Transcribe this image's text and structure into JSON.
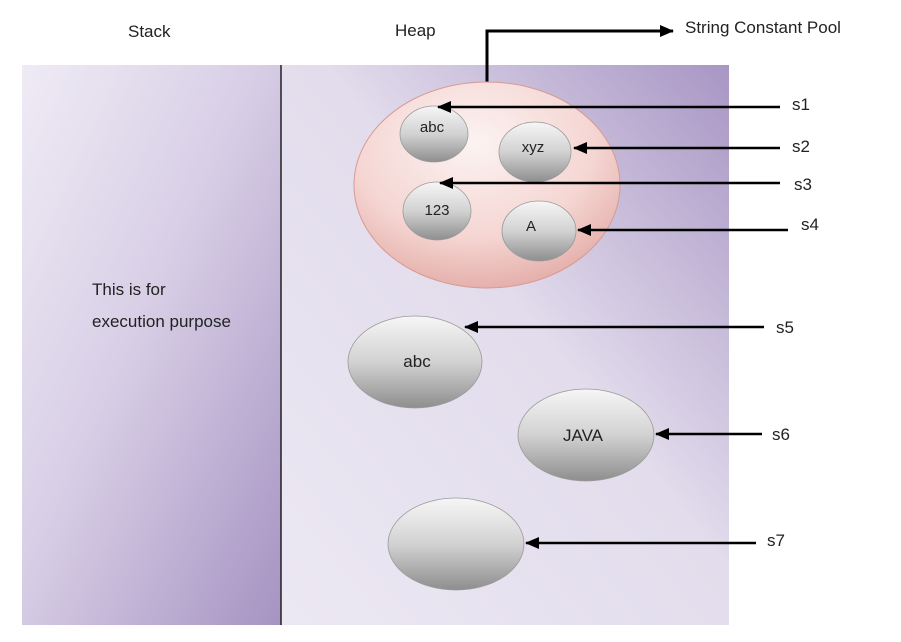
{
  "headers": {
    "stack": "Stack",
    "heap": "Heap",
    "pool": "String Constant Pool"
  },
  "stack_description": "This is for execution purpose",
  "pool_strings": [
    {
      "text": "abc",
      "ref": "s1"
    },
    {
      "text": "xyz",
      "ref": "s2"
    },
    {
      "text": "123",
      "ref": "s3"
    },
    {
      "text": "A",
      "ref": "s4"
    }
  ],
  "heap_strings": [
    {
      "text": "abc",
      "ref": "s5"
    },
    {
      "text": "JAVA",
      "ref": "s6"
    },
    {
      "text": "",
      "ref": "s7"
    }
  ],
  "colors": {
    "panel_dark": "#a493c2",
    "panel_light": "#efebf6",
    "pool_fill": "#f6d0cc",
    "ellipse_light": "#f4f4f4",
    "ellipse_dark": "#9b9b9b",
    "line": "#000000"
  }
}
